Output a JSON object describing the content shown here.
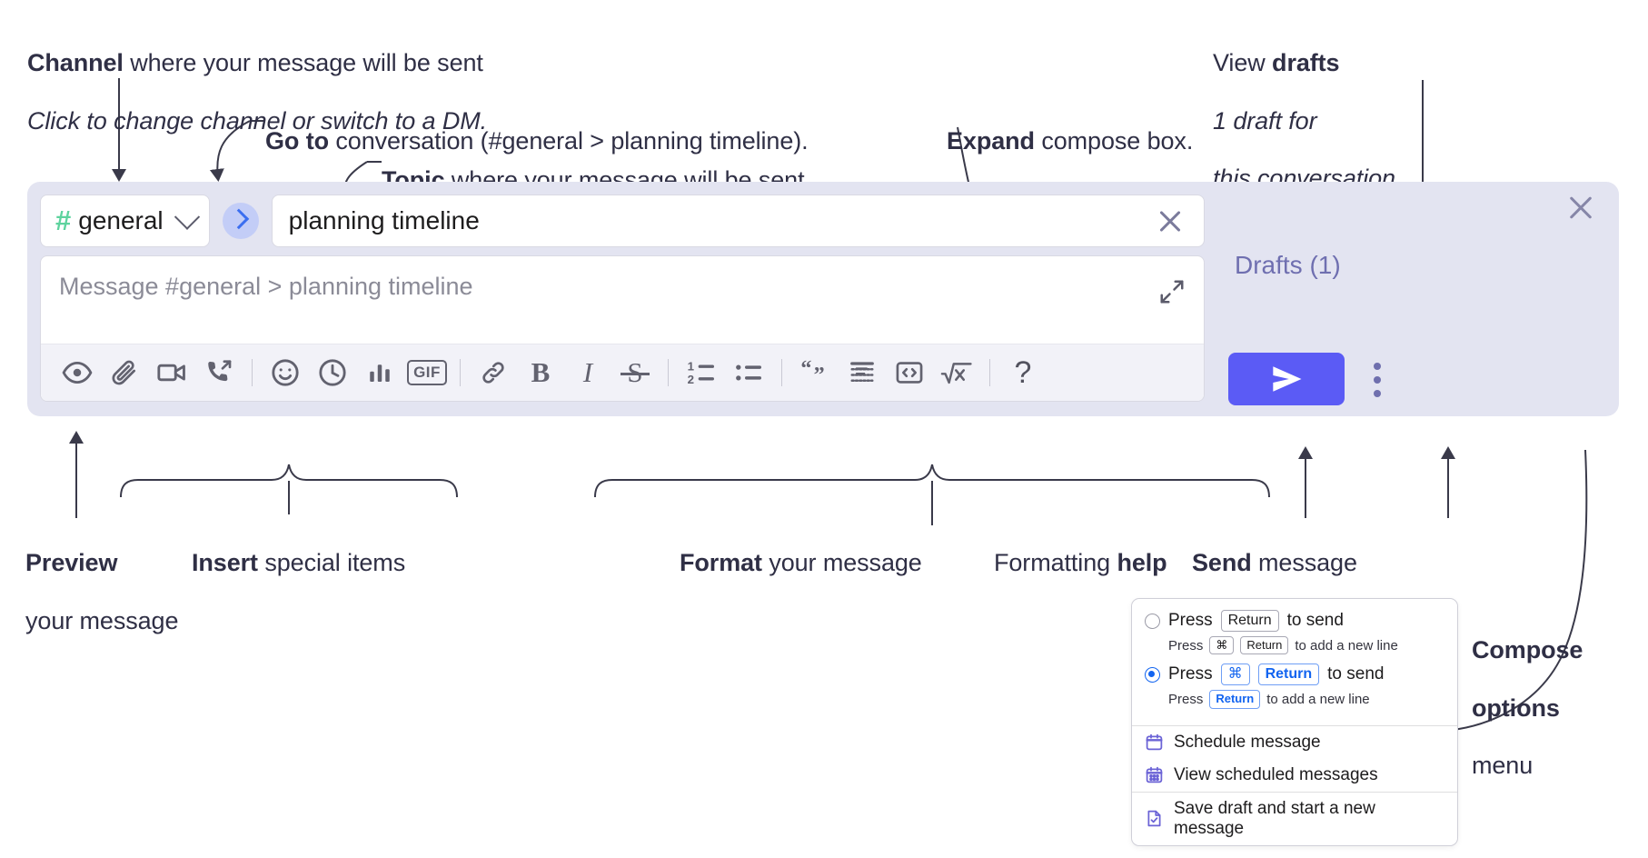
{
  "annotations": {
    "channel": {
      "bold": "Channel",
      "rest": " where your message will be sent",
      "italic_line": "Click to change channel or switch to a DM."
    },
    "goto": {
      "bold": "Go to",
      "rest": " conversation (#general > planning timeline)."
    },
    "topic": {
      "bold": "Topic",
      "rest": " where your message will be sent"
    },
    "expand": {
      "bold": "Expand",
      "rest": " compose box."
    },
    "drafts": {
      "line1_plain": "View ",
      "line1_bold": "drafts",
      "line2": "1 draft for",
      "line3": "this conversation"
    },
    "preview": {
      "bold": "Preview",
      "line2": "your message"
    },
    "insert": {
      "bold": "Insert",
      "rest": " special items"
    },
    "format": {
      "bold": "Format",
      "rest": " your message"
    },
    "help": {
      "plain": "Formatting ",
      "bold": "help"
    },
    "send": {
      "bold": "Send",
      "rest": " message"
    },
    "compose_options": {
      "line1": "Compose",
      "line2": "options",
      "line3": "menu"
    }
  },
  "composer": {
    "channel": {
      "hash": "#",
      "name": "general",
      "chevron_icon": "chevron-down-icon"
    },
    "goto_button_icon": "chevron-right-icon",
    "topic": {
      "value": "planning timeline",
      "clear_icon": "close-icon"
    },
    "message": {
      "placeholder": "Message #general > planning timeline",
      "expand_icon": "expand-icon"
    },
    "toolbar": [
      {
        "name": "preview-icon",
        "label": "Preview"
      },
      {
        "name": "attachment-icon",
        "label": "Attach file"
      },
      {
        "name": "video-icon",
        "label": "Record video clip"
      },
      {
        "name": "call-forward-icon",
        "label": "Call"
      },
      {
        "name": "separator",
        "label": ""
      },
      {
        "name": "emoji-icon",
        "label": "Emoji"
      },
      {
        "name": "clock-icon",
        "label": "Reminder"
      },
      {
        "name": "poll-icon",
        "label": "Poll"
      },
      {
        "name": "gif-icon",
        "label": "GIF"
      },
      {
        "name": "separator",
        "label": ""
      },
      {
        "name": "link-icon",
        "label": "Link"
      },
      {
        "name": "bold-icon",
        "label": "B"
      },
      {
        "name": "italic-icon",
        "label": "I"
      },
      {
        "name": "strikethrough-icon",
        "label": "S"
      },
      {
        "name": "separator",
        "label": ""
      },
      {
        "name": "ordered-list-icon",
        "label": "Ordered list"
      },
      {
        "name": "bulleted-list-icon",
        "label": "Bulleted list"
      },
      {
        "name": "separator",
        "label": ""
      },
      {
        "name": "blockquote-icon",
        "label": "Blockquote"
      },
      {
        "name": "code-block-icon",
        "label": "Code block"
      },
      {
        "name": "code-icon",
        "label": "Code"
      },
      {
        "name": "math-icon",
        "label": "Math"
      },
      {
        "name": "separator",
        "label": ""
      },
      {
        "name": "help-icon",
        "label": "?"
      }
    ],
    "drafts_link": "Drafts (1)",
    "send_button_icon": "send-plane-icon",
    "kebab_icon": "compose-options-icon",
    "close_panel_icon": "close-icon"
  },
  "compose_menu": {
    "option_1": {
      "selected": false,
      "prefix": "Press ",
      "key": "Return",
      "suffix": " to send",
      "sub_prefix": "Press ",
      "sub_key1": "⌘",
      "sub_key2": "Return",
      "sub_suffix": " to add a new line"
    },
    "option_2": {
      "selected": true,
      "prefix": "Press ",
      "key1": "⌘",
      "key2": "Return",
      "suffix": " to send",
      "sub_prefix": "Press ",
      "sub_key": "Return",
      "sub_suffix": " to add a new line"
    },
    "items": [
      {
        "icon": "calendar-schedule-icon",
        "label": "Schedule message"
      },
      {
        "icon": "calendar-grid-icon",
        "label": "View scheduled messages"
      },
      {
        "icon": "save-draft-icon",
        "label": "Save draft and start a new message"
      }
    ]
  },
  "colors": {
    "panel_bg": "#e3e4f1",
    "accent_send": "#5b5bf5",
    "hash_green": "#5ed39e",
    "goto_blue": "#3b6ef0",
    "drafts_purple": "#6f6fb0",
    "menu_icon_purple": "#6b63d6",
    "radio_blue": "#1264f0"
  }
}
